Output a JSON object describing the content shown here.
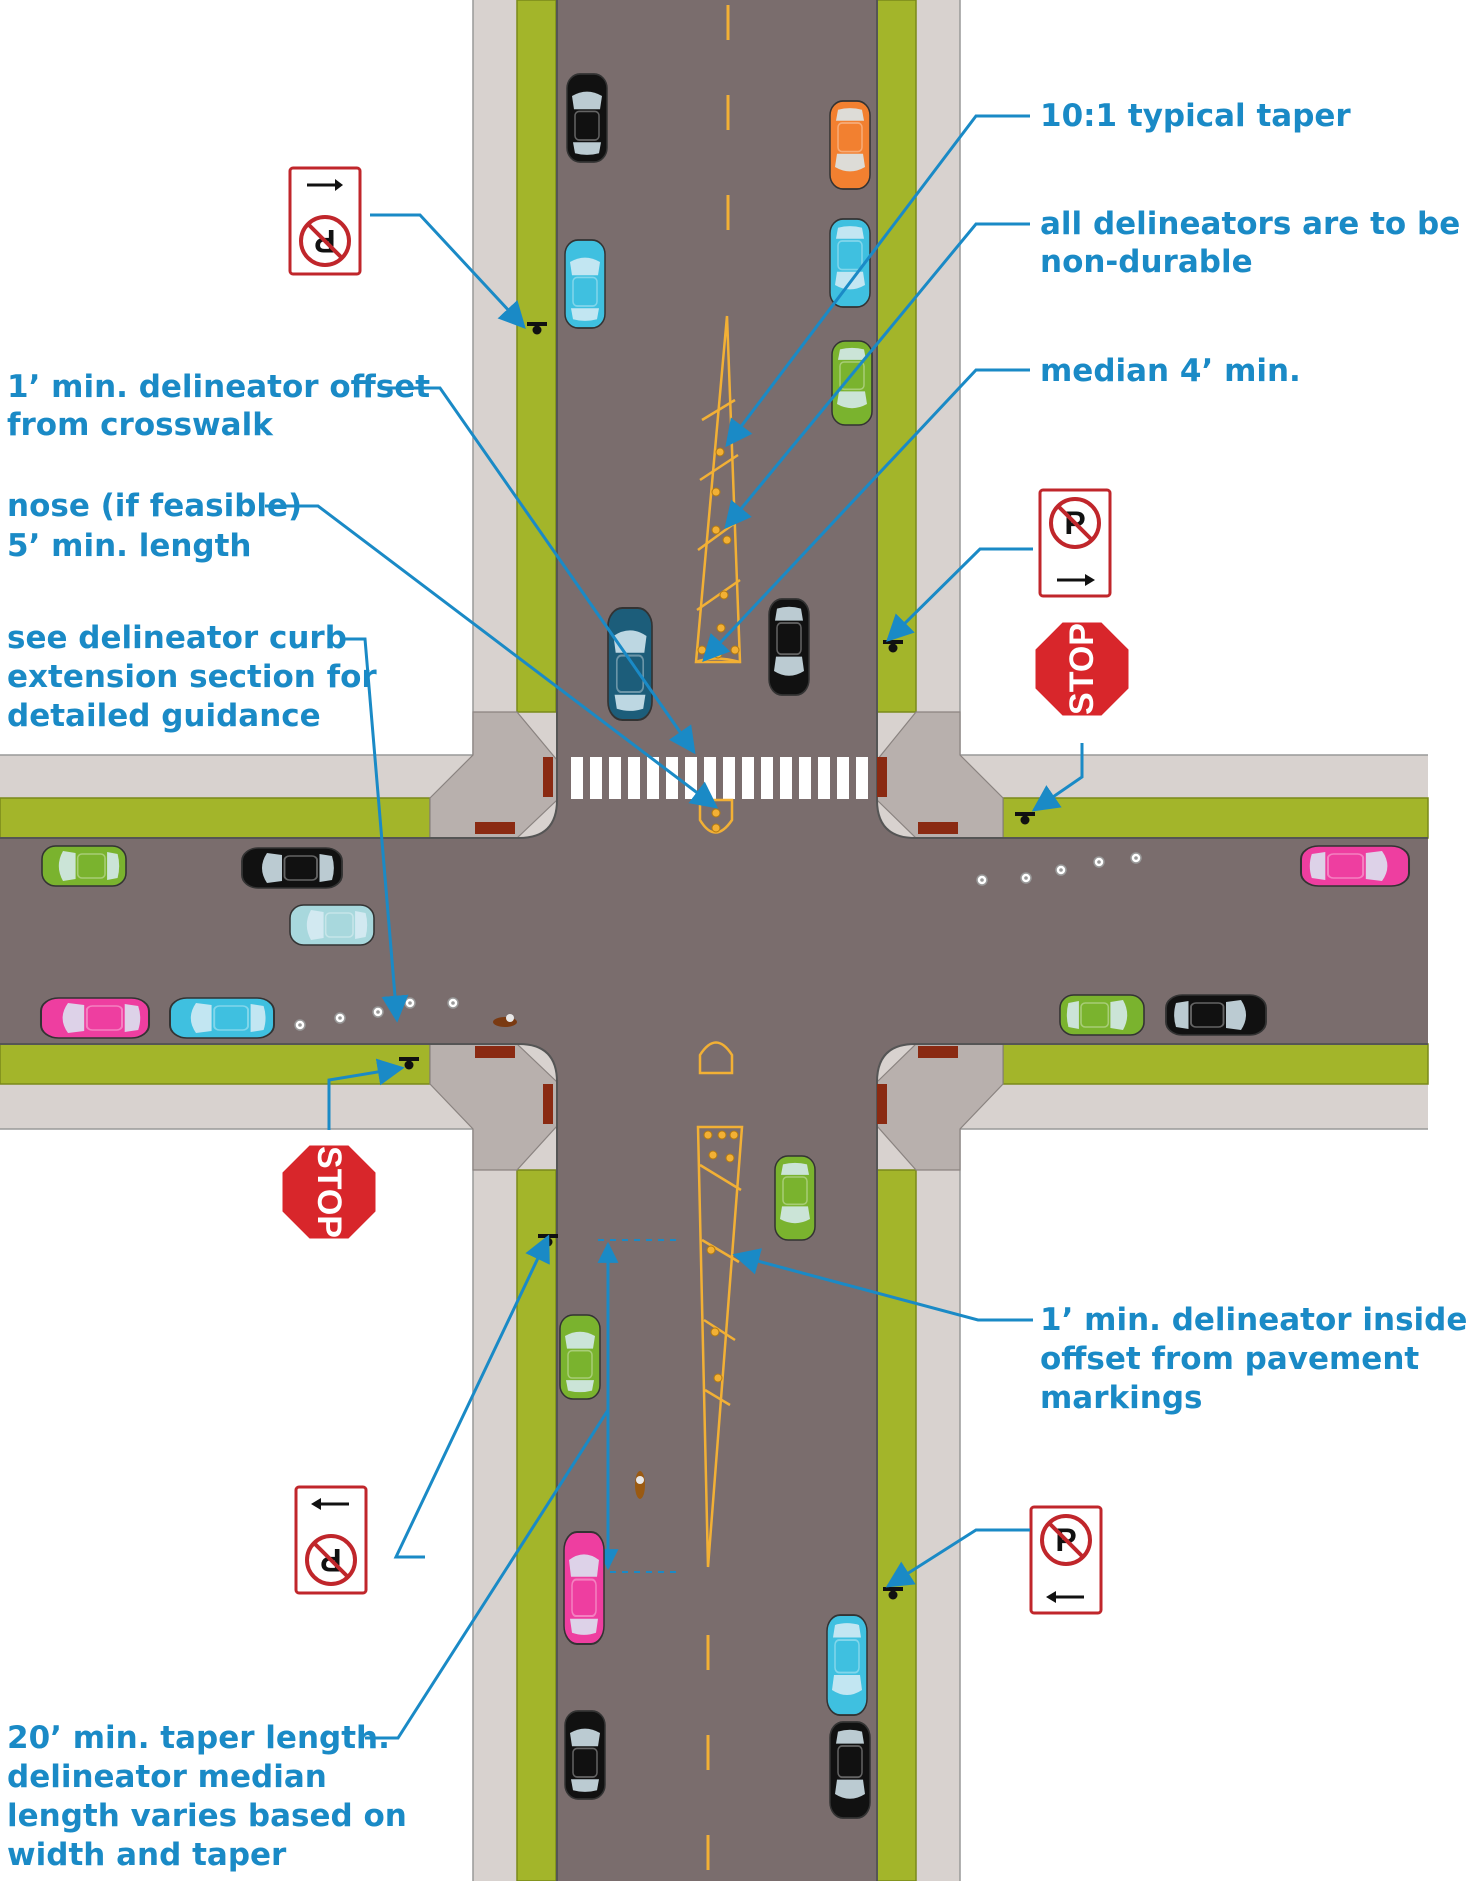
{
  "colors": {
    "road": "#7a6d6d",
    "sidewalk": "#d8d2cf",
    "grass": "#a3b52a",
    "callout": "#1a8ac6",
    "delineator": "#f2b035",
    "curb_red": "#8a2a12",
    "stop_red": "#d8262b"
  },
  "annotations": {
    "taper": "10:1 typical taper",
    "delineators_1": "all delineators are to be",
    "delineators_2": "non-durable",
    "median": "median 4’ min.",
    "offset_1": "1’ min. delineator offset",
    "offset_2": "from crosswalk",
    "nose_1": "nose (if feasible)",
    "nose_2": "5’ min. length",
    "curb_1": "see delineator curb",
    "curb_2": "extension section for",
    "curb_3": "detailed guidance",
    "inside_1": "1’ min. delineator inside",
    "inside_2": "offset from pavement",
    "inside_3": "markings",
    "taper_len_1": "20’ min. taper length.",
    "taper_len_2": "delineator median",
    "taper_len_3": "length varies based on",
    "taper_len_4": "width and taper"
  },
  "signs": {
    "stop_1": "STOP",
    "stop_2": "STOP",
    "no_parking_letter": "P"
  },
  "icons": [
    "stop-sign",
    "no-parking-sign",
    "arrow-icon",
    "car-icon",
    "cyclist-icon",
    "delineator-post"
  ]
}
